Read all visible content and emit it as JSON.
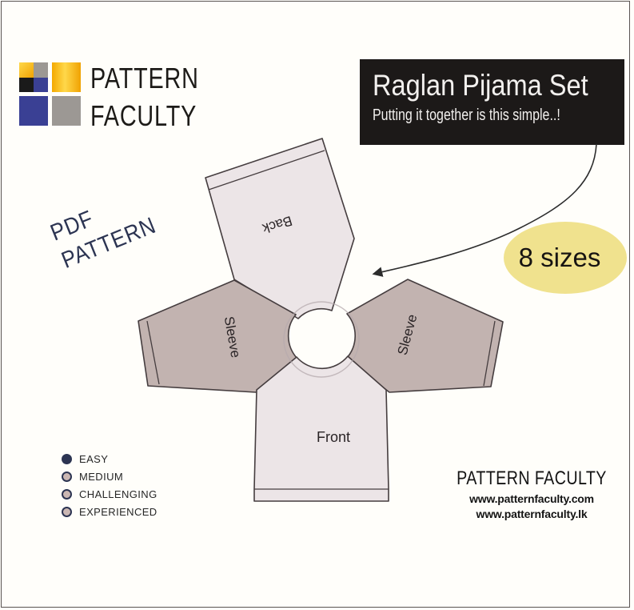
{
  "page": {
    "background": "#fffefa",
    "border_color": "#5a5452"
  },
  "logo": {
    "title_line1": "PATTERN",
    "title_line2": "FACULTY",
    "colors": {
      "gold": "#f0a202",
      "gold_light": "#ffd84a",
      "gray": "#9c9894",
      "blue": "#3a4094",
      "black": "#1a1a1a"
    }
  },
  "banner": {
    "title": "Raglan Pijama Set",
    "subtitle": "Putting it together is this simple..!",
    "background": "#1c1918",
    "text_color": "#f2f0ee"
  },
  "side_label": {
    "line1": "PDF",
    "line2": "PATTERN",
    "color": "#2c3452"
  },
  "sizes_badge": {
    "label": "8 sizes",
    "background": "#f0e28e"
  },
  "diagram": {
    "pieces": {
      "back": {
        "label": "Back"
      },
      "sleeve_left": {
        "label": "Sleeve"
      },
      "sleeve_right": {
        "label": "Sleeve"
      },
      "front": {
        "label": "Front"
      }
    },
    "colors": {
      "body_fill": "#ece5e7",
      "sleeve_fill": "#c2b3b0",
      "outline": "#453d3f",
      "guide_ring": "#b6aaae"
    }
  },
  "legend": {
    "items": [
      {
        "label": "EASY",
        "style": "filled"
      },
      {
        "label": "MEDIUM",
        "style": "ring"
      },
      {
        "label": "CHALLENGING",
        "style": "ring"
      },
      {
        "label": "EXPERIENCED",
        "style": "ring"
      }
    ],
    "dot_fill": "#2c3452",
    "ring_inner": "#cbb7b3"
  },
  "footer": {
    "brand": "PATTERN FACULTY",
    "website_com": "www.patternfaculty.com",
    "website_lk": "www.patternfaculty.lk"
  }
}
